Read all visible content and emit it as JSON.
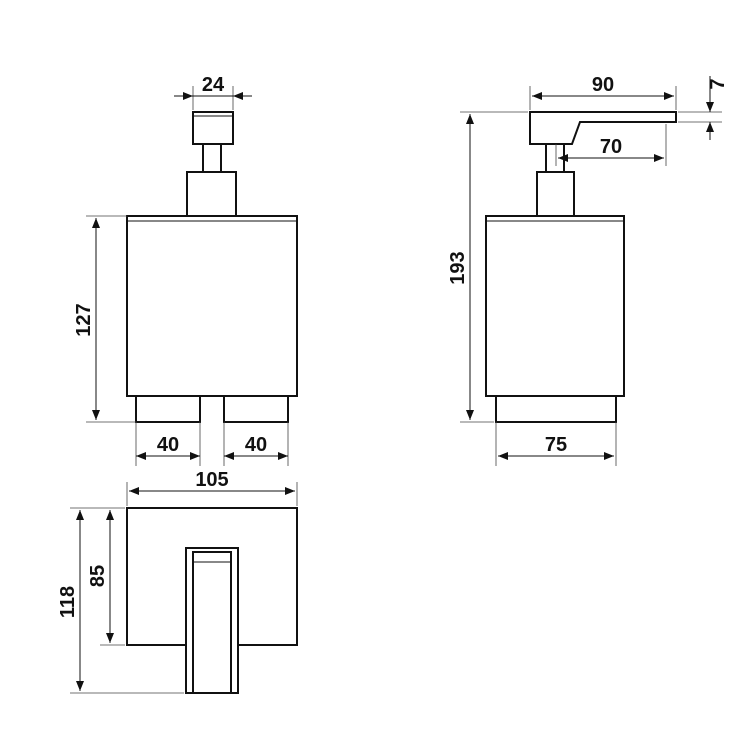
{
  "diagram": {
    "dimensions": {
      "front_pump_width": "24",
      "front_body_height": "127",
      "front_foot_left": "40",
      "front_foot_right": "40",
      "side_lever_length": "90",
      "side_lever_thickness": "7",
      "side_nozzle_reach": "70",
      "side_total_height": "193",
      "side_foot_width": "75",
      "top_plate_width": "105",
      "top_total_depth": "118",
      "top_plate_depth": "85"
    },
    "line_color": "#111111",
    "background_color": "#ffffff"
  }
}
